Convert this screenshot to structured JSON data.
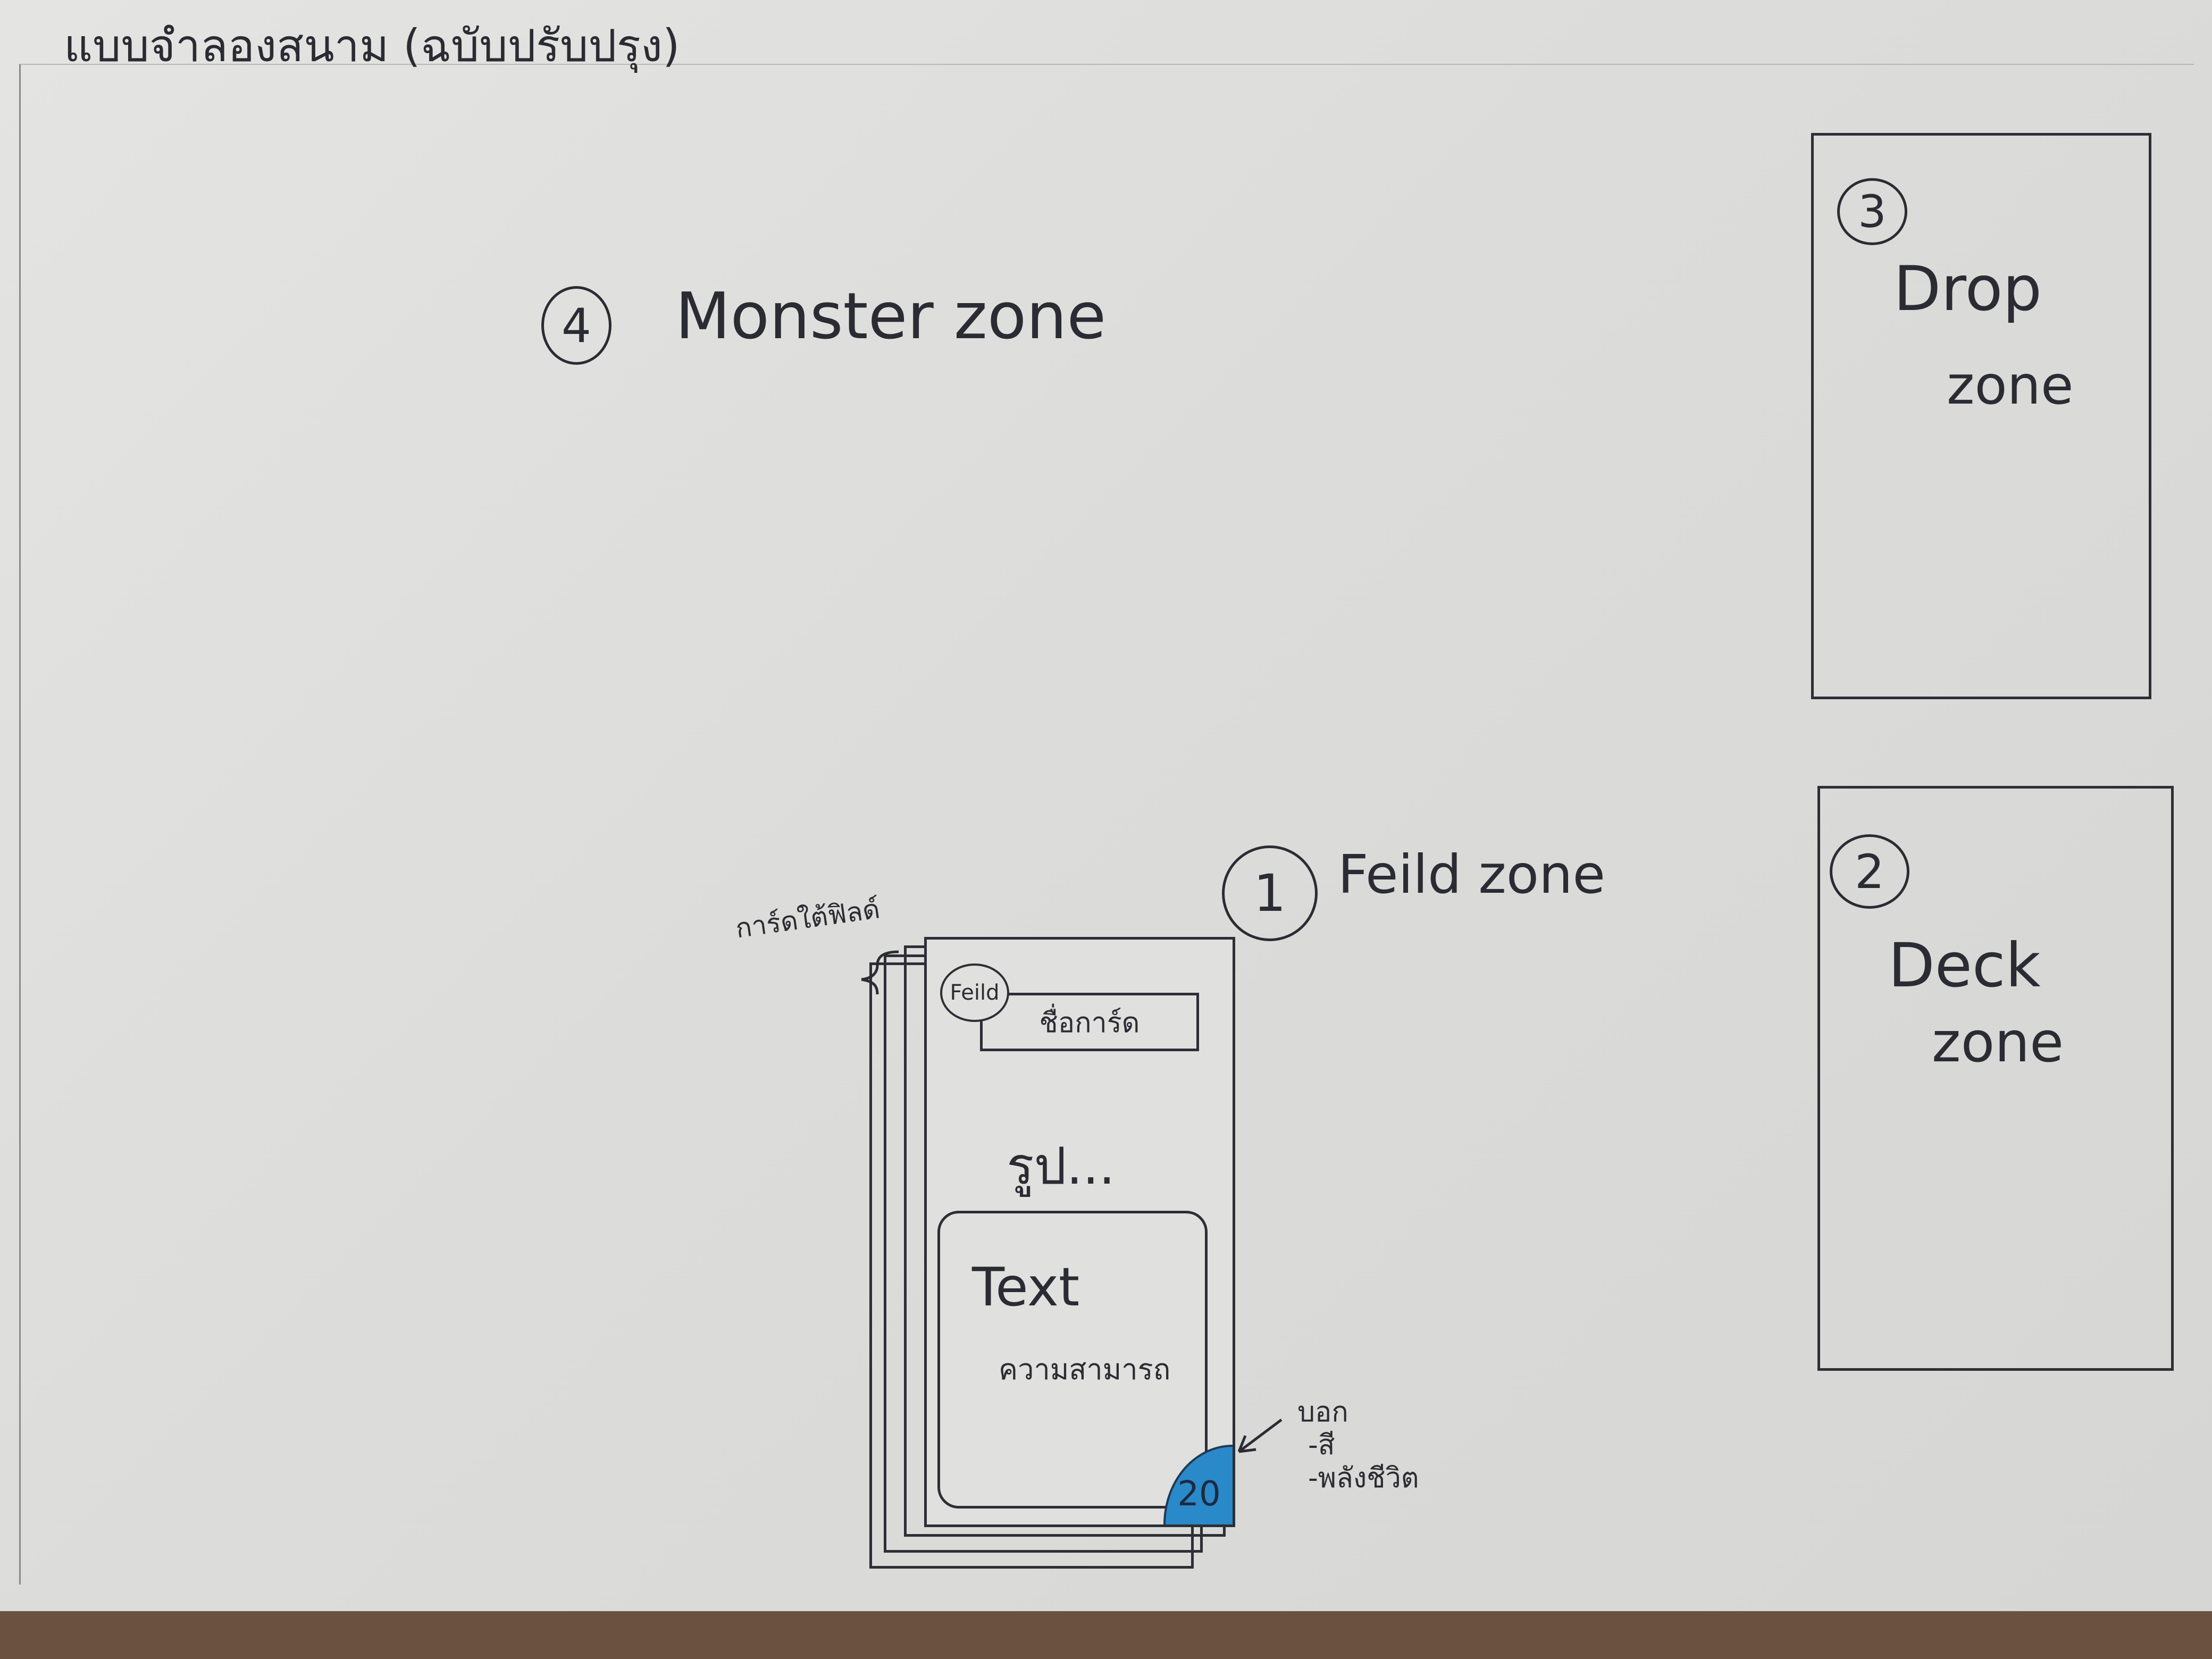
{
  "title": "แบบจำลองสนาม (ฉบับปรับปรุง)",
  "zones": {
    "monster": {
      "number": "4",
      "label": "Monster zone"
    },
    "field": {
      "number": "1",
      "label": "Feild zone"
    },
    "drop": {
      "number": "3",
      "label_line1": "Drop",
      "label_line2": "zone"
    },
    "deck": {
      "number": "2",
      "label_line1": "Deck",
      "label_line2": "zone"
    }
  },
  "card": {
    "stack_note": "การ์ดใต้ฟิลด์",
    "badge": "Feild",
    "name": "ชื่อการ์ด",
    "image": "รูป...",
    "text_title": "Text",
    "text_sub": "ความสามารถ",
    "hp_value": "20"
  },
  "annotation": {
    "line1": "บอก",
    "line2": "-สี",
    "line3": "-พลังชีวิต"
  },
  "colors": {
    "ink": "#2b2b33",
    "hp_blue": "#2a89c8",
    "paper": "#e0e0de"
  }
}
